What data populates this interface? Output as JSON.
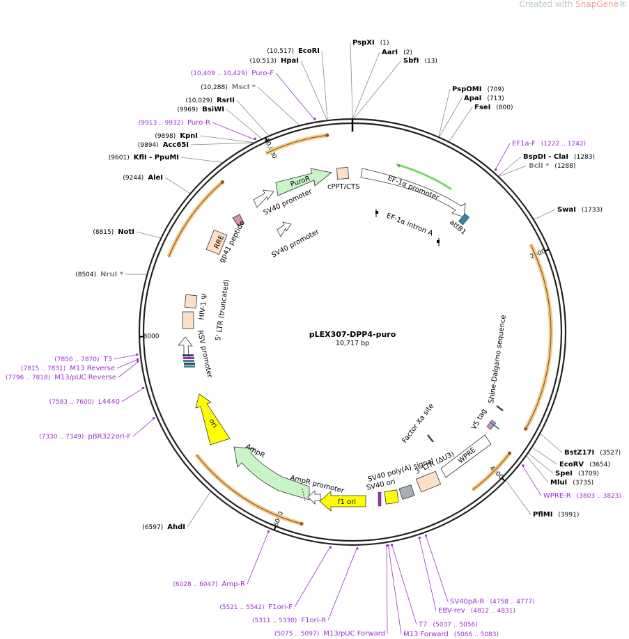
{
  "watermark": {
    "prefix": "Created with ",
    "brand": "SnapGene",
    "mark": "®"
  },
  "plasmid": {
    "name": "pLEX307-DPP4-puro",
    "size": "10,717 bp",
    "length": 10717
  },
  "ticks": [
    {
      "pos": 2000,
      "label": "2000"
    },
    {
      "pos": 4000,
      "label": "4000"
    },
    {
      "pos": 6000,
      "label": "6000"
    },
    {
      "pos": 8000,
      "label": "8000"
    },
    {
      "pos": 10000,
      "label": "10,000"
    }
  ],
  "sites": [
    {
      "id": "PspXI",
      "name": "PspXI",
      "posText": "(1)",
      "pos": 1
    },
    {
      "id": "AarI",
      "name": "AarI",
      "posText": "(2)",
      "pos": 2
    },
    {
      "id": "SbfI",
      "name": "SbfI",
      "posText": "(13)",
      "pos": 13
    },
    {
      "id": "PspOMI",
      "name": "PspOMI",
      "posText": "(709)",
      "pos": 709
    },
    {
      "id": "ApaI",
      "name": "ApaI",
      "posText": "(713)",
      "pos": 713
    },
    {
      "id": "FseI",
      "name": "FseI",
      "posText": "(800)",
      "pos": 800
    },
    {
      "id": "BspDI",
      "name": "BspDI  - ClaI",
      "posText": "(1283)",
      "pos": 1283
    },
    {
      "id": "BclI",
      "name": "BclI *",
      "posText": "(1288)",
      "pos": 1288,
      "grey": true
    },
    {
      "id": "SwaI",
      "name": "SwaI",
      "posText": "(1733)",
      "pos": 1733
    },
    {
      "id": "BstZ17I",
      "name": "BstZ17I",
      "posText": "(3527)",
      "pos": 3527
    },
    {
      "id": "EcoRV",
      "name": "EcoRV",
      "posText": "(3654)",
      "pos": 3654
    },
    {
      "id": "SpeI",
      "name": "SpeI",
      "posText": "(3709)",
      "pos": 3709
    },
    {
      "id": "MluI",
      "name": "MluI",
      "posText": "(3735)",
      "pos": 3735
    },
    {
      "id": "PflMI",
      "name": "PflMI",
      "posText": "(3991)",
      "pos": 3991
    },
    {
      "id": "AhdI",
      "name": "AhdI",
      "posText": "(6597)",
      "pos": 6597
    },
    {
      "id": "NruI",
      "name": "NruI *",
      "posText": "(8504)",
      "pos": 8504,
      "grey": true
    },
    {
      "id": "NotI",
      "name": "NotI",
      "posText": "(8815)",
      "pos": 8815
    },
    {
      "id": "AleI",
      "name": "AleI",
      "posText": "(9244)",
      "pos": 9244
    },
    {
      "id": "KflI",
      "name": "KflI  - PpuMI",
      "posText": "(9601)",
      "pos": 9601
    },
    {
      "id": "Acc65I",
      "name": "Acc65I",
      "posText": "(9894)",
      "pos": 9894
    },
    {
      "id": "KpnI",
      "name": "KpnI",
      "posText": "(9898)",
      "pos": 9898
    },
    {
      "id": "BsiWI",
      "name": "BsiWI",
      "posText": "(9969)",
      "pos": 9969
    },
    {
      "id": "RsrII",
      "name": "RsrII",
      "posText": "(10,029)",
      "pos": 10029
    },
    {
      "id": "MscI",
      "name": "MscI *",
      "posText": "(10,288)",
      "pos": 10288,
      "grey": true
    },
    {
      "id": "HpaI",
      "name": "HpaI",
      "posText": "(10,513)",
      "pos": 10513
    },
    {
      "id": "EcoRI",
      "name": "EcoRI",
      "posText": "(10,517)",
      "pos": 10517
    }
  ],
  "primers": [
    {
      "id": "EF1aF",
      "name": "EF1a-F",
      "range": "(1222 .. 1242)",
      "pos": 1232
    },
    {
      "id": "WPRER",
      "name": "WPRE-R",
      "range": "(3803 .. 3823)",
      "pos": 3813
    },
    {
      "id": "SV40pAR",
      "name": "SV40pA-R",
      "range": "(4758 .. 4777)",
      "pos": 4768
    },
    {
      "id": "EBVrev",
      "name": "EBV-rev",
      "range": "(4812 .. 4831)",
      "pos": 4822
    },
    {
      "id": "M13Fwd",
      "name": "M13 Forward",
      "range": "(5066 .. 5083)",
      "pos": 5075
    },
    {
      "id": "T7",
      "name": "T7",
      "range": "(5037 .. 5056)",
      "pos": 5047
    },
    {
      "id": "M13pUCF",
      "name": "M13/pUC Forward",
      "range": "(5075 .. 5097)",
      "pos": 5086
    },
    {
      "id": "F1oriR",
      "name": "F1ori-R",
      "range": "(5311 .. 5330)",
      "pos": 5320
    },
    {
      "id": "F1oriF",
      "name": "F1ori-F",
      "range": "(5521 .. 5542)",
      "pos": 5532
    },
    {
      "id": "AmpR",
      "name": "Amp-R",
      "range": "(6028 .. 6047)",
      "pos": 6038
    },
    {
      "id": "pBR322",
      "name": "pBR322ori-F",
      "range": "(7330 .. 7349)",
      "pos": 7340
    },
    {
      "id": "L4440",
      "name": "L4440",
      "range": "(7583 .. 7600)",
      "pos": 7592
    },
    {
      "id": "M13pUCR",
      "name": "M13/pUC Reverse",
      "range": "(7796 .. 7818)",
      "pos": 7807
    },
    {
      "id": "M13R",
      "name": "M13 Reverse",
      "range": "(7815 .. 7831)",
      "pos": 7823
    },
    {
      "id": "T3",
      "name": "T3",
      "range": "(7850 .. 7870)",
      "pos": 7860
    },
    {
      "id": "PuroR",
      "name": "Puro-R",
      "range": "(9913 .. 9932)",
      "pos": 9922
    },
    {
      "id": "PuroF",
      "name": "Puro-F",
      "range": "(10,409 .. 10,429)",
      "pos": 10419
    }
  ],
  "features": {
    "ef1a_promoter": "EF-1α promoter",
    "ef1a_intron": "EF-1α intron A",
    "attB1": "attB1",
    "cppt": "cPPT/CTS",
    "puror": "PuroR",
    "sv40_promoter_1": "SV40 promoter",
    "sv40_promoter_2": "SV40 promoter",
    "gp41": "gp41 peptide",
    "rre": "RRE",
    "hiv_psi": "HIV-1 Ψ",
    "ltr5": "5' LTR (truncated)",
    "rsv": "RSV promoter",
    "ori": "ori",
    "ampr": "AmpR",
    "ampr_promoter": "AmpR promoter",
    "f1ori": "f1 ori",
    "sv40_ori": "SV40 ori",
    "sv40_polya": "SV40 poly(A) signal",
    "ltr3": "3' LTR (ΔU3)",
    "wpre": "WPRE",
    "v5": "V5 tag",
    "factor_xa": "Factor Xa site",
    "shine": "Shine-Dalgarno sequence"
  },
  "colors": {
    "orf": "#f7c98b",
    "primer": "#9b2fc9",
    "promoter_green": "#7bd46a",
    "puror_fill": "#c8f5c8",
    "ori_yellow": "#ffff00",
    "rre_fill": "#fde0c5",
    "ampr_fill": "#c8f5c8"
  }
}
